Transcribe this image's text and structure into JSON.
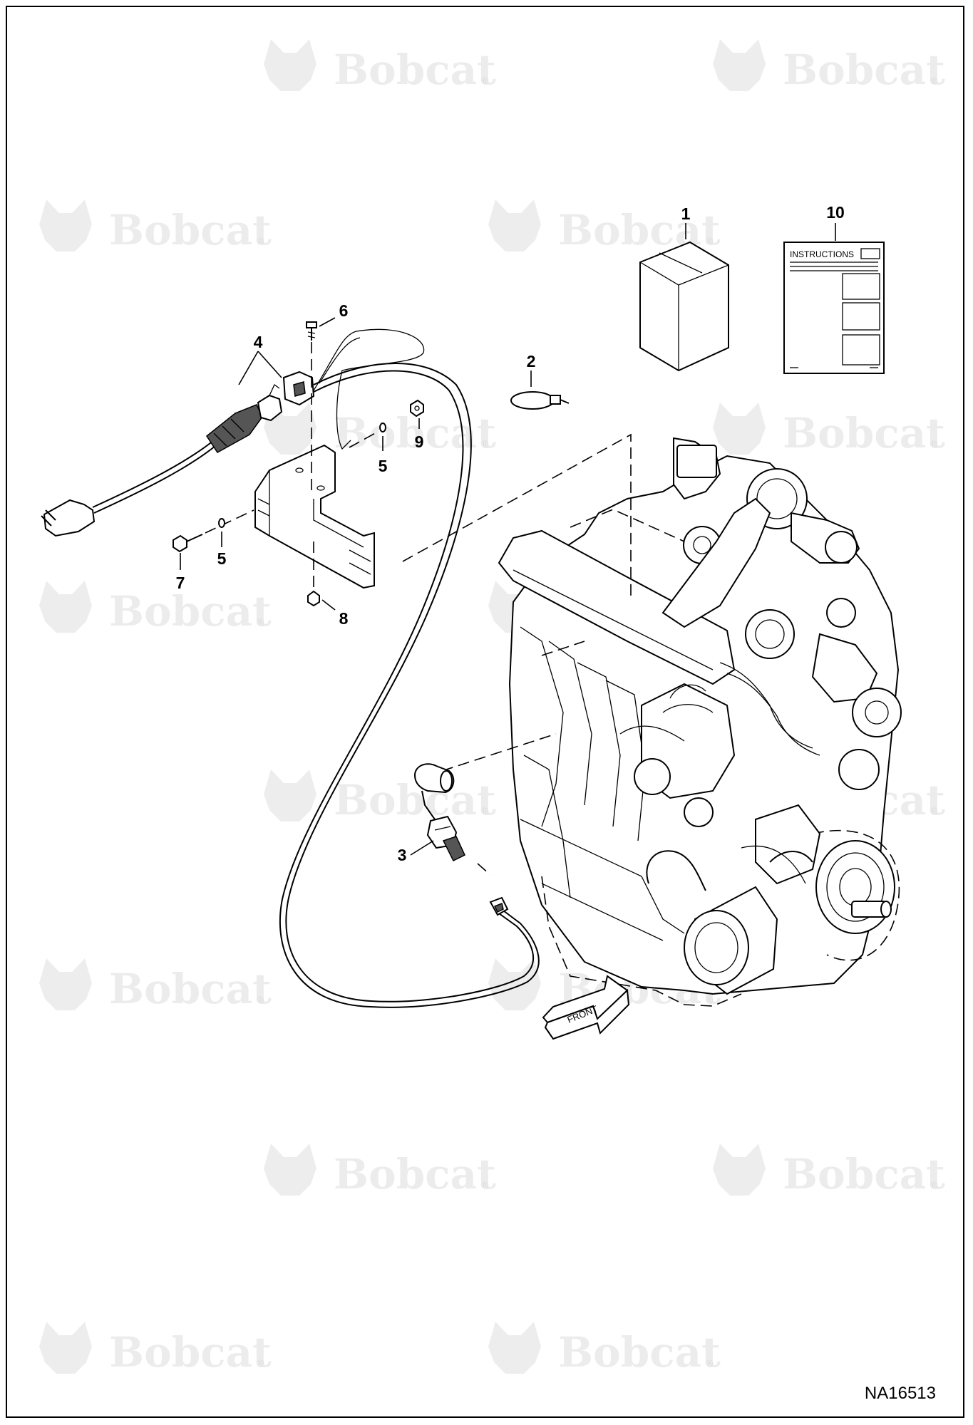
{
  "watermark": {
    "text": "Bobcat",
    "mark": "®"
  },
  "callouts": [
    {
      "id": "callout-1",
      "label": "1"
    },
    {
      "id": "callout-2",
      "label": "2"
    },
    {
      "id": "callout-3",
      "label": "3"
    },
    {
      "id": "callout-4",
      "label": "4"
    },
    {
      "id": "callout-5a",
      "label": "5"
    },
    {
      "id": "callout-5b",
      "label": "5"
    },
    {
      "id": "callout-6",
      "label": "6"
    },
    {
      "id": "callout-7",
      "label": "7"
    },
    {
      "id": "callout-8",
      "label": "8"
    },
    {
      "id": "callout-9",
      "label": "9"
    },
    {
      "id": "callout-10",
      "label": "10"
    }
  ],
  "instructions_sheet": {
    "title": "INSTRUCTIONS"
  },
  "direction_arrow": {
    "label": "FRONT"
  },
  "diagram_id": "NA16513",
  "icons": [
    "bobcat-logo-icon",
    "front-arrow-icon"
  ]
}
